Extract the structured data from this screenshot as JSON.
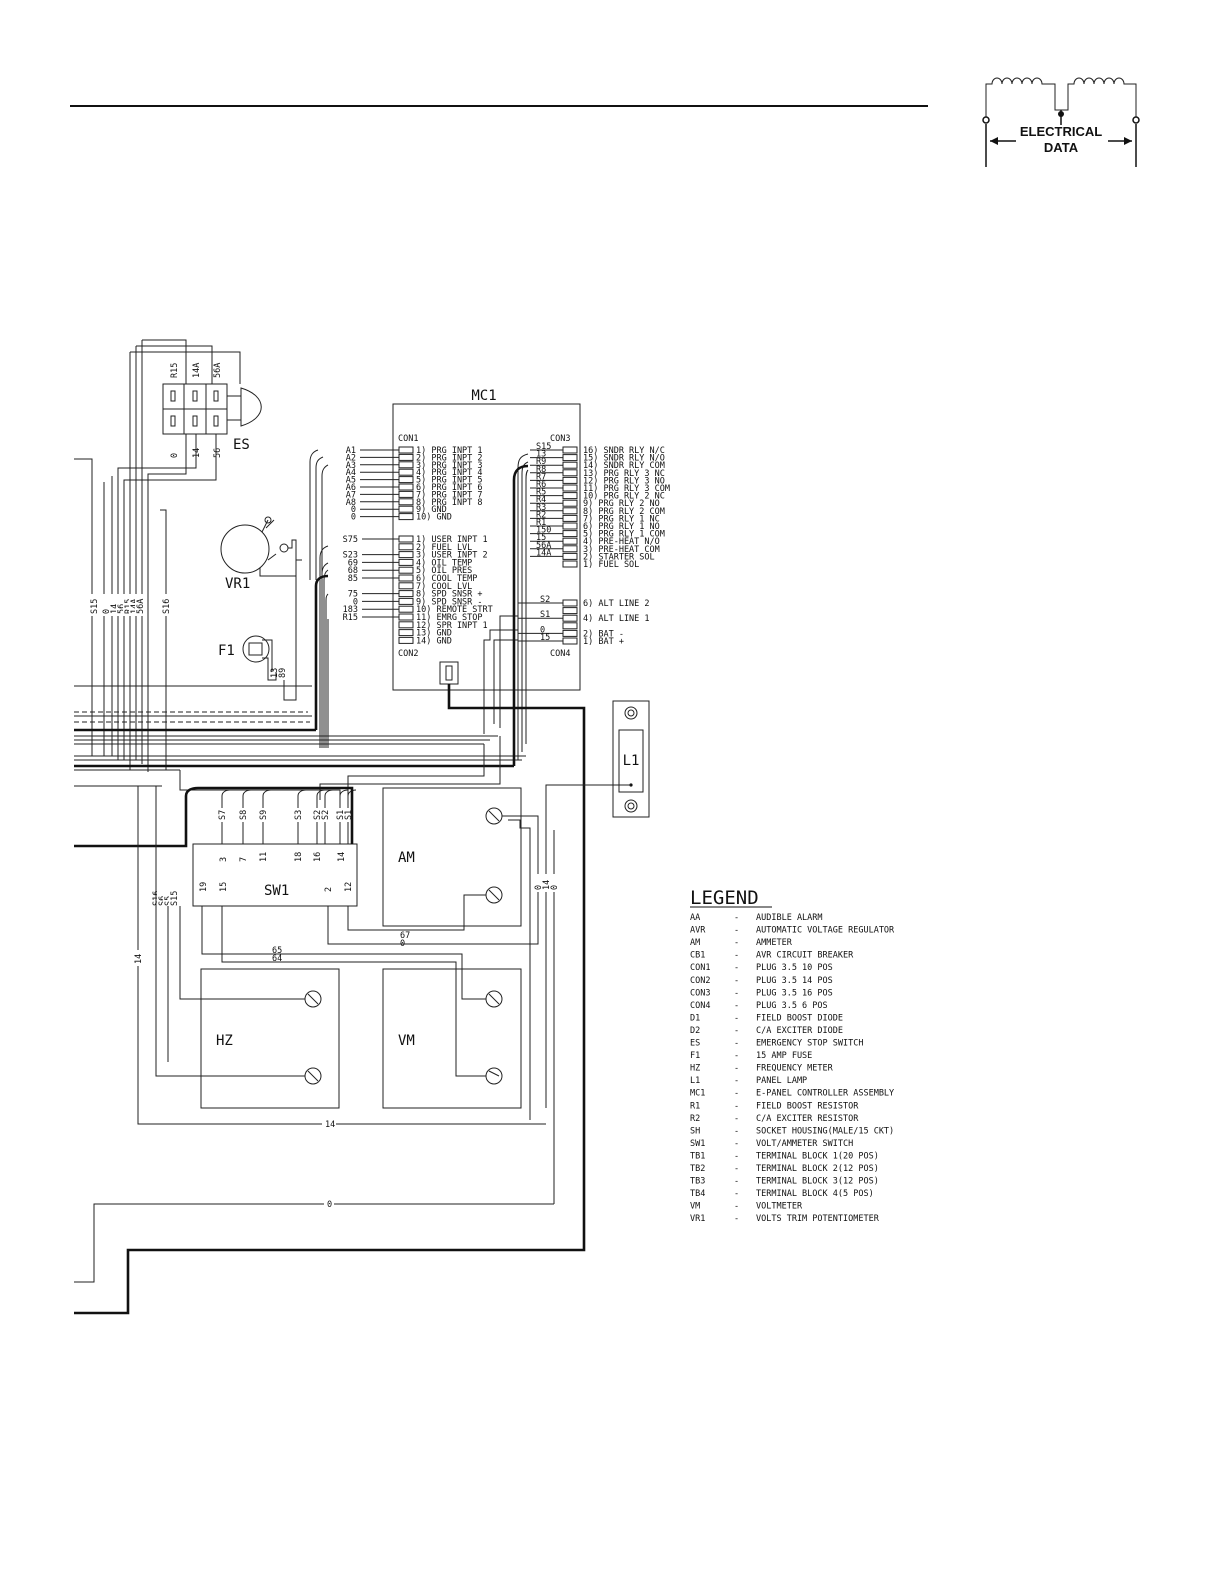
{
  "header": {
    "badge_line1": "ELECTRICAL",
    "badge_line2": "DATA"
  },
  "components": {
    "mc1": "MC1",
    "con1": "CON1",
    "con2": "CON2",
    "con3": "CON3",
    "con4": "CON4",
    "es": "ES",
    "vr1": "VR1",
    "f1": "F1",
    "l1": "L1",
    "sw1": "SW1",
    "am": "AM",
    "hz": "HZ",
    "vm": "VM"
  },
  "es_wires_top": [
    "R15",
    "14A",
    "56A"
  ],
  "es_wires_bottom": [
    "0",
    "14",
    "56"
  ],
  "bundle_labels": [
    "S15",
    "0",
    "14",
    "56",
    "R15",
    "14A",
    "56A",
    "S16"
  ],
  "f1_wires": [
    "13",
    "89"
  ],
  "con1": {
    "wires": [
      "A1",
      "A2",
      "A3",
      "A4",
      "A5",
      "A6",
      "A7",
      "A8",
      "0",
      "0"
    ],
    "pins": [
      "1) PRG INPT 1",
      "2) PRG INPT 2",
      "3) PRG INPT 3",
      "4) PRG INPT 4",
      "5) PRG INPT 5",
      "6) PRG INPT 6",
      "7) PRG INPT 7",
      "8) PRG INPT 8",
      "9) GND",
      "10) GND"
    ]
  },
  "con2": {
    "wires": [
      "S75",
      "",
      "S23",
      "69",
      "68",
      "85",
      "",
      "75",
      "0",
      "183",
      "R15",
      "",
      "",
      ""
    ],
    "pins": [
      "1) USER INPT 1",
      "2) FUEL LVL",
      "3) USER INPT 2",
      "4) OIL TEMP",
      "5) OIL PRES",
      "6) COOL TEMP",
      "7) COOL LVL",
      "8) SPD SNSR +",
      "9) SPD SNSR -",
      "10) REMOTE STRT",
      "11) EMRG STOP",
      "12) SPR INPT 1",
      "13) GND",
      "14) GND"
    ]
  },
  "con3": {
    "wires": [
      "S15",
      "13",
      "R9",
      "R8",
      "R7",
      "R6",
      "R5",
      "R4",
      "R3",
      "R2",
      "R1",
      "150",
      "15",
      "56A",
      "14A",
      ""
    ],
    "pins": [
      "16) SNDR RLY N/C",
      "15) SNDR RLY N/O",
      "14) SNDR RLY COM",
      "13) PRG RLY 3 NC",
      "12) PRG RLY 3 NO",
      "11) PRG RLY 3 COM",
      "10) PRG RLY 2 NC",
      "9) PRG RLY 2 NO",
      "8) PRG RLY 2 COM",
      "7) PRG RLY 1 NC",
      "6) PRG RLY 1 NO",
      "5) PRG RLY 1 COM",
      "4) PRE-HEAT N/O",
      "3) PRE-HEAT COM",
      "2) STARTER SOL",
      "1) FUEL SOL"
    ]
  },
  "con4": {
    "wires": [
      "S2",
      "",
      "S1",
      "",
      "0",
      "15"
    ],
    "pins": [
      "6) ALT LINE 2",
      "",
      "4) ALT LINE 1",
      "",
      "2) BAT -",
      "1) BAT +"
    ]
  },
  "sw1": {
    "top_wires": [
      "S7",
      "S8",
      "S9",
      "S3",
      "S2",
      "S2",
      "S1",
      "S1"
    ],
    "top_pins": [
      "3",
      "7",
      "11",
      "18",
      "16",
      "14"
    ],
    "bottom_pins": [
      "19",
      "15",
      "2",
      "12"
    ]
  },
  "left_vertical_labels": [
    "S16",
    "S6",
    "S5",
    "S15"
  ],
  "misc_wires": {
    "w14_left": "14",
    "w65": "65",
    "w64": "64",
    "w67": "67",
    "w0_sw": "0",
    "am_right": [
      "0",
      "14",
      "0"
    ],
    "w14_bottom": "14",
    "w0_bottom": "0"
  },
  "legend": {
    "title": "LEGEND",
    "items": [
      {
        "code": "AA",
        "desc": "AUDIBLE ALARM"
      },
      {
        "code": "AVR",
        "desc": "AUTOMATIC VOLTAGE REGULATOR"
      },
      {
        "code": "AM",
        "desc": "AMMETER"
      },
      {
        "code": "CB1",
        "desc": "AVR CIRCUIT BREAKER"
      },
      {
        "code": "CON1",
        "desc": "PLUG 3.5 10 POS"
      },
      {
        "code": "CON2",
        "desc": "PLUG 3.5 14 POS"
      },
      {
        "code": "CON3",
        "desc": "PLUG 3.5 16 POS"
      },
      {
        "code": "CON4",
        "desc": "PLUG 3.5 6 POS"
      },
      {
        "code": "D1",
        "desc": "FIELD BOOST DIODE"
      },
      {
        "code": "D2",
        "desc": "C/A EXCITER DIODE"
      },
      {
        "code": "ES",
        "desc": "EMERGENCY STOP SWITCH"
      },
      {
        "code": "F1",
        "desc": "15 AMP FUSE"
      },
      {
        "code": "HZ",
        "desc": "FREQUENCY METER"
      },
      {
        "code": "L1",
        "desc": "PANEL LAMP"
      },
      {
        "code": "MC1",
        "desc": "E-PANEL CONTROLLER ASSEMBLY"
      },
      {
        "code": "R1",
        "desc": "FIELD BOOST RESISTOR"
      },
      {
        "code": "R2",
        "desc": "C/A EXCITER RESISTOR"
      },
      {
        "code": "SH",
        "desc": "SOCKET HOUSING(MALE/15 CKT)"
      },
      {
        "code": "SW1",
        "desc": "VOLT/AMMETER SWITCH"
      },
      {
        "code": "TB1",
        "desc": "TERMINAL BLOCK 1(20 POS)"
      },
      {
        "code": "TB2",
        "desc": "TERMINAL BLOCK 2(12 POS)"
      },
      {
        "code": "TB3",
        "desc": "TERMINAL BLOCK 3(12 POS)"
      },
      {
        "code": "TB4",
        "desc": "TERMINAL BLOCK 4(5 POS)"
      },
      {
        "code": "VM",
        "desc": "VOLTMETER"
      },
      {
        "code": "VR1",
        "desc": "VOLTS TRIM POTENTIOMETER"
      }
    ]
  }
}
